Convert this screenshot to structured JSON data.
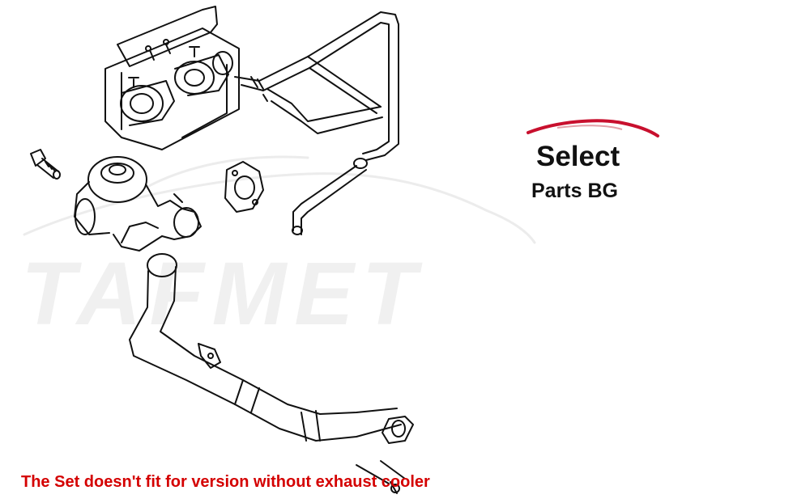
{
  "watermark": {
    "text": "TAFMET"
  },
  "logo": {
    "line1": "Select",
    "line2": "Parts BG",
    "swoosh_color": "#c8102e"
  },
  "note": {
    "text": "The Set doesn't fit for version without exhaust cooler",
    "color": "#d40000"
  },
  "diagram": {
    "parts": [
      "valve-assembly",
      "vacuum-hose-frame",
      "bolt",
      "egr-valve",
      "gasket",
      "egr-pipe"
    ]
  }
}
